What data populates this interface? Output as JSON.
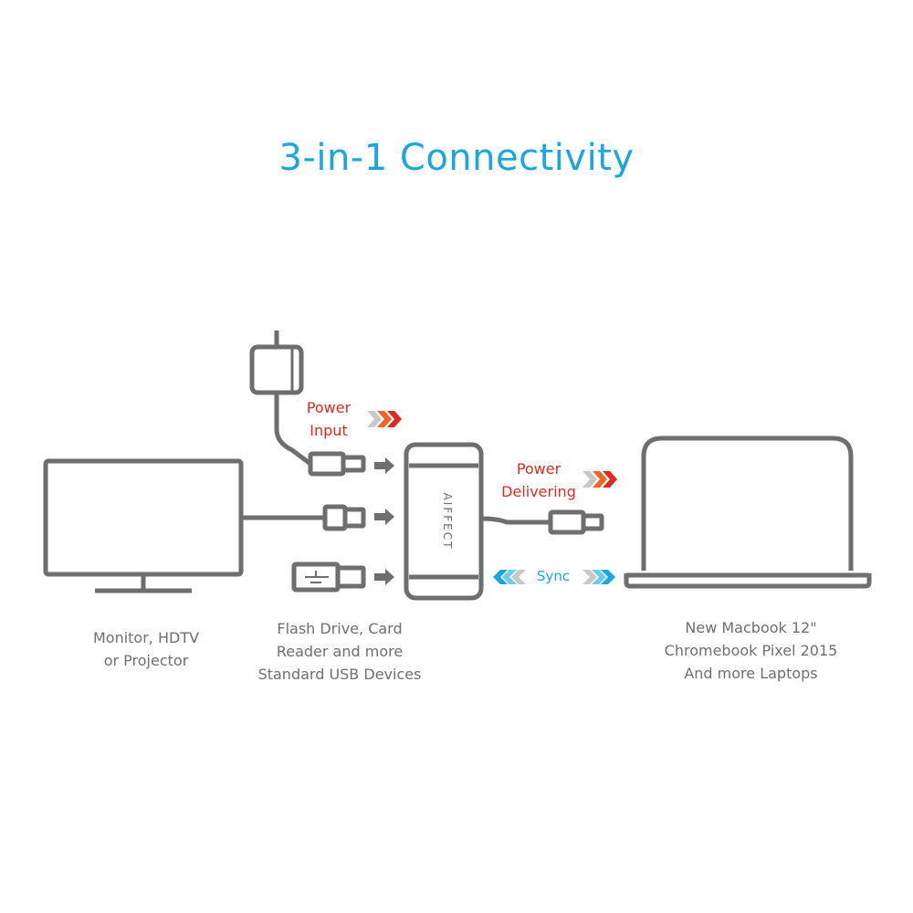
{
  "title": "3-in-1 Connectivity",
  "hub": {
    "brand": "AIFFECT"
  },
  "labels": {
    "power_input": [
      "Power",
      "Input"
    ],
    "power_delivering": [
      "Power",
      "Delivering"
    ],
    "sync": "Sync",
    "monitor": [
      "Monitor, HDTV",
      "or Projector"
    ],
    "usb": [
      "Flash Drive, Card",
      "Reader and more",
      "Standard USB Devices"
    ],
    "laptop": [
      "New Macbook 12\"",
      "Chromebook Pixel 2015",
      "And more Laptops"
    ]
  },
  "colors": {
    "title": "#1aa6df",
    "device_stroke": "#6e6e6e",
    "power_text": "#e02a1f",
    "sync_text": "#1aa6df",
    "arrow_orange": "#f26522",
    "arrow_red": "#e02a1f",
    "arrow_gray": "#c8c8c8",
    "arrow_blue": "#1aa6df"
  }
}
